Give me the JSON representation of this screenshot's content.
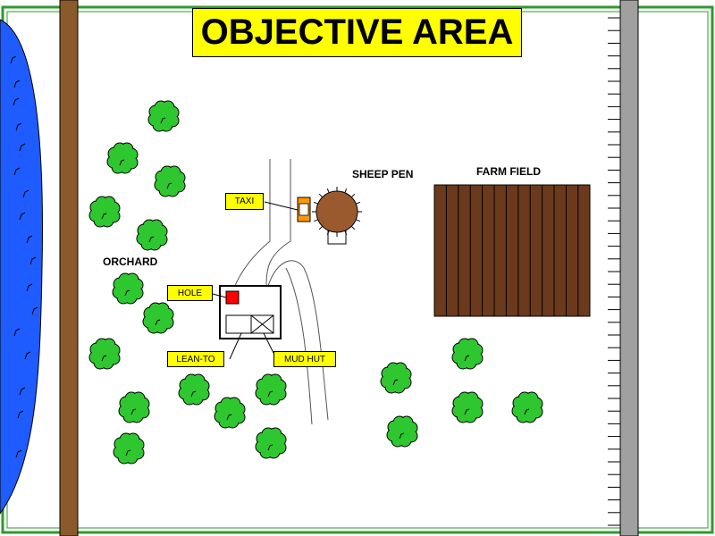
{
  "title": "OBJECTIVE AREA",
  "labels": {
    "orchard": "ORCHARD",
    "sheep_pen": "SHEEP PEN",
    "farm_field": "FARM FIELD"
  },
  "callouts": {
    "taxi": "TAXI",
    "hole": "HOLE",
    "lean_to": "LEAN-TO",
    "mud_hut": "MUD HUT"
  },
  "colors": {
    "river": "#1f5cff",
    "tree": "#2fc72f",
    "field": "#6b3a1c",
    "pen": "#9b5a2e",
    "road": "#8b5a2b",
    "wall": "#a0a0a0",
    "border": "#2e9a2e",
    "callout": "#ffff00",
    "hole": "#ff0000",
    "taxi": "#ff9900"
  }
}
